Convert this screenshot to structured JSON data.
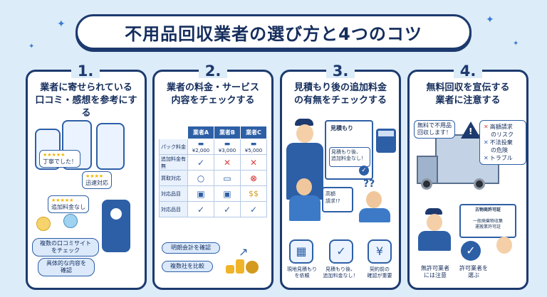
{
  "title": "不用品回収業者の選び方と4つのコツ",
  "cards": [
    {
      "num": "1.",
      "heading_line1": "業者に寄せられている",
      "heading_line2": "口コミ・感想を参考にする",
      "bubbles": [
        "丁寧でした！",
        "迅速対応",
        "追加料金なし"
      ],
      "notes": [
        "複数の口コミサイト",
        "をチェック",
        "具体的な内容を",
        "確認"
      ]
    },
    {
      "num": "2.",
      "heading_line1": "業者の料金・サービス",
      "heading_line2": "内容をチェックする",
      "table": {
        "headers": [
          "業者A",
          "業者B",
          "業者C"
        ],
        "rows": [
          {
            "label": "パック料金",
            "cells": [
              "¥2,000",
              "¥3,000",
              "¥5,000"
            ]
          },
          {
            "label": "追加料金有無",
            "cells": [
              "ok",
              "ng",
              "ng"
            ]
          },
          {
            "label": "買取対応",
            "cells": [
              "○",
              "sofa",
              "ng"
            ]
          },
          {
            "label": "対応品目",
            "cells": [
              "items",
              "items",
              "money"
            ]
          },
          {
            "label": "対応品目",
            "cells": [
              "ok",
              "ok",
              "ok"
            ]
          }
        ]
      },
      "notes": [
        "明朗会計を確認",
        "複数社を比較"
      ]
    },
    {
      "num": "3.",
      "heading_line1": "見積もり後の追加料金",
      "heading_line2": "の有無をチェックする",
      "doc_title": "見積もり",
      "doc_line1": "見積もり後、",
      "doc_line2": "追加料金なし！",
      "bill_line1": "高額",
      "bill_line2": "請求!?",
      "icons": [
        {
          "icon": "calculator-icon",
          "line1": "現地見積もり",
          "line2": "を依頼"
        },
        {
          "icon": "document-icon",
          "line1": "見積もり後、",
          "line2": "追加料金なし！"
        },
        {
          "icon": "banknote-icon",
          "line1": "契約前の",
          "line2": "確認が重要"
        }
      ]
    },
    {
      "num": "4.",
      "heading_line1": "無料回収を宣伝する",
      "heading_line2": "業者に注意する",
      "truck_sign_line1": "無料で不用品",
      "truck_sign_line2": "回収します！",
      "warnings": [
        "高額請求",
        "のリスク",
        "不法投棄",
        "の危険",
        "トラブル"
      ],
      "license_title": "古物商許可証",
      "license_line1": "一般廃棄物収集",
      "license_line2": "運搬業許可証",
      "bottom": [
        {
          "line1": "無許可業者",
          "line2": "には注意"
        },
        {
          "line1": "許可業者を",
          "line2": "選ぶ"
        }
      ]
    }
  ]
}
